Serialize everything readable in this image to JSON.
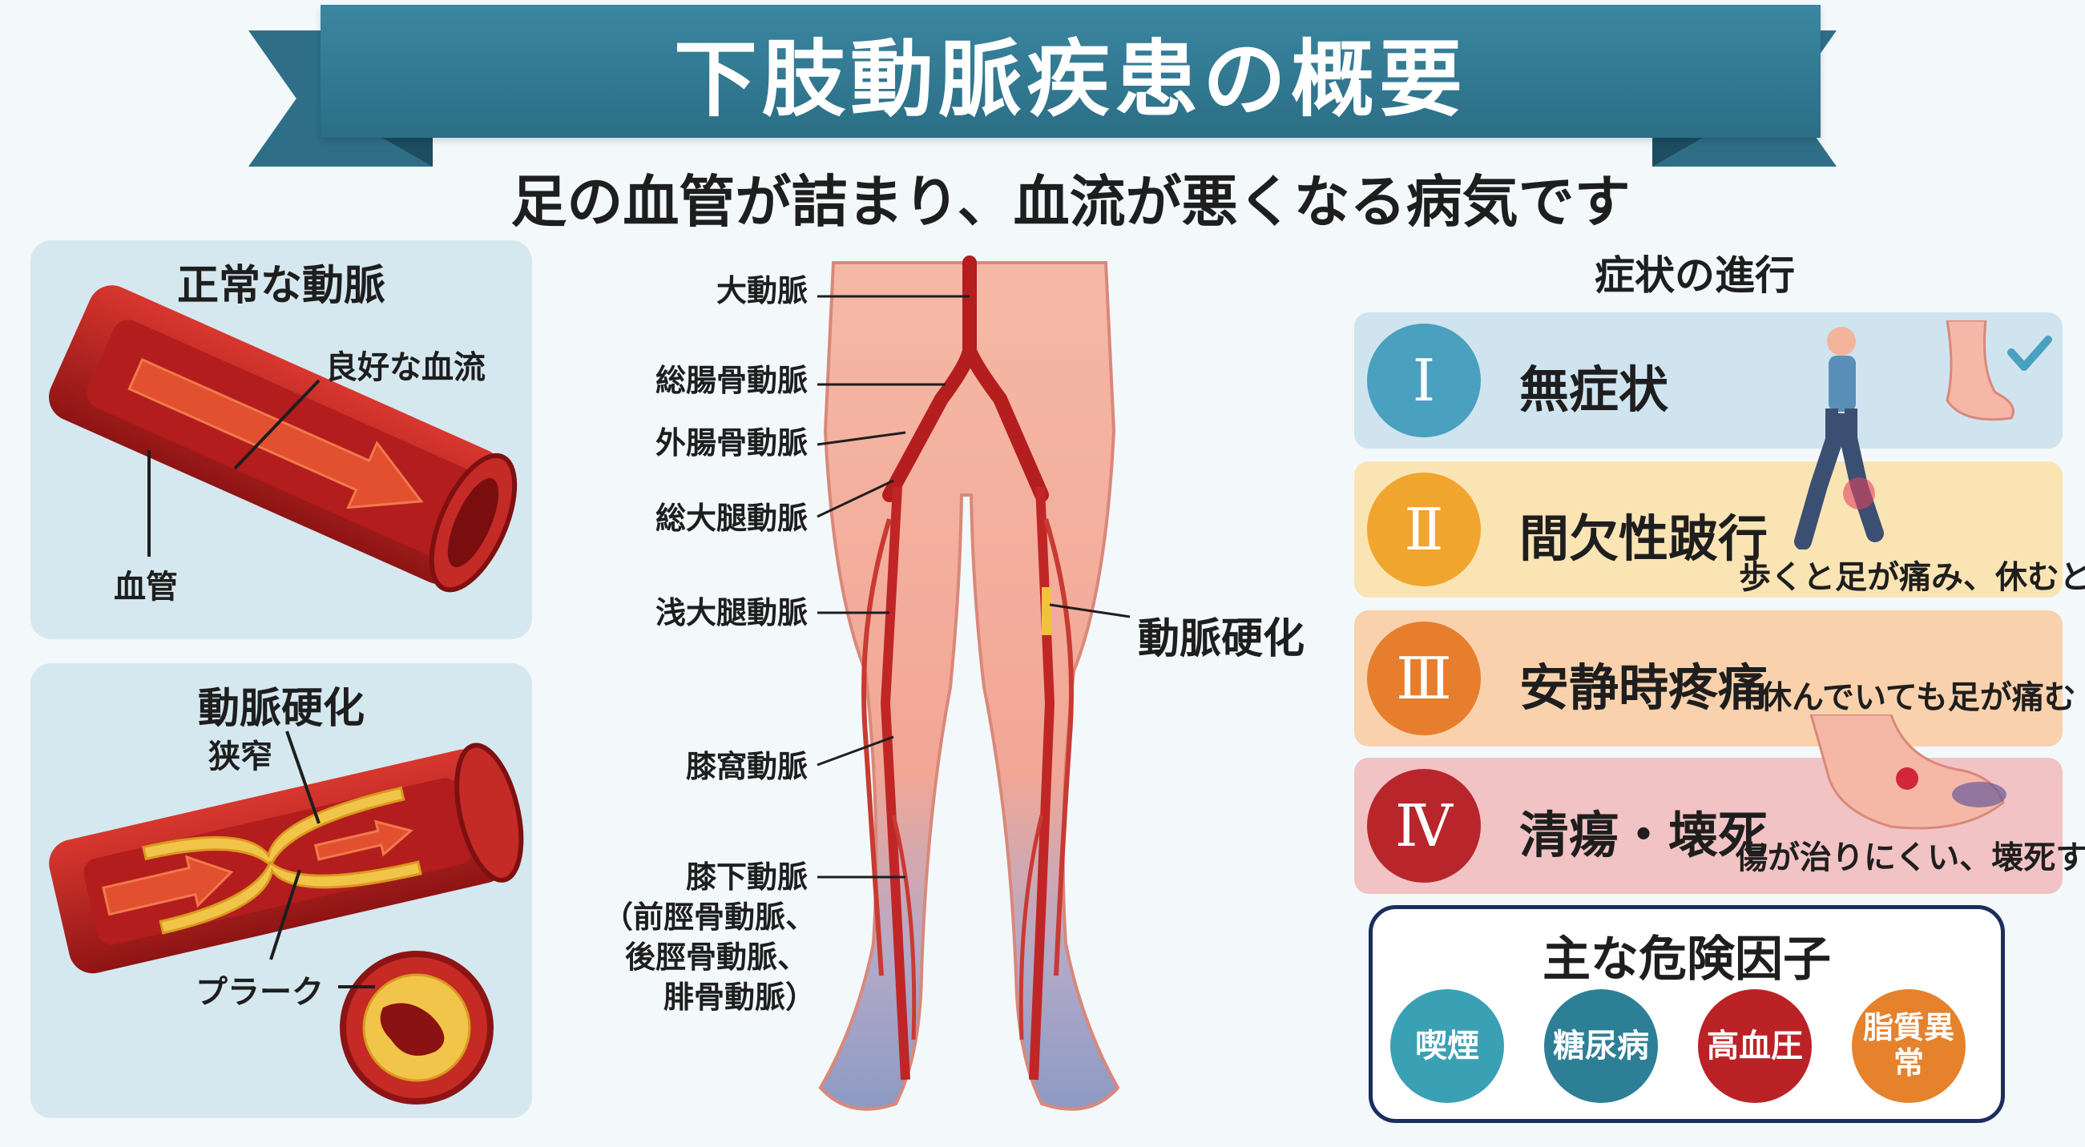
{
  "title": "下肢動脈疾患の概要",
  "subtitle": "足の血管が詰まり、血流が悪くなる病気です",
  "normal_artery": {
    "title": "正常な動脈",
    "flow_label": "良好な血流",
    "vessel_label": "血管"
  },
  "atherosclerosis": {
    "title": "動脈硬化",
    "stenosis_label": "狭窄",
    "plaque_label": "プラーク"
  },
  "arteries": [
    {
      "name": "大動脈"
    },
    {
      "name": "総腸骨動脈"
    },
    {
      "name": "外腸骨動脈"
    },
    {
      "name": "総大腿動脈"
    },
    {
      "name": "浅大腿動脈"
    },
    {
      "name": "膝窩動脈"
    },
    {
      "name": "膝下動脈"
    },
    {
      "name": "（前脛骨動脈、"
    },
    {
      "name": "後脛骨動脈、"
    },
    {
      "name": "腓骨動脈）"
    }
  ],
  "arteriosclerosis_label": "動脈硬化",
  "symptoms": {
    "heading": "症状の進行",
    "stages": [
      {
        "numeral": "Ⅰ",
        "name": "無症状",
        "desc": "",
        "color": "#4aa0bf",
        "bg": "#cfe4ef"
      },
      {
        "numeral": "Ⅱ",
        "name": "間欠性跛行",
        "desc": "歩くと足が痛み、休むと治る",
        "color": "#f0a52e",
        "bg": "#fbe4b4"
      },
      {
        "numeral": "Ⅲ",
        "name": "安静時疼痛",
        "desc": "休んでいても足が痛む",
        "color": "#e77e2e",
        "bg": "#f9d2ad"
      },
      {
        "numeral": "Ⅳ",
        "name": "清瘍・壊死",
        "desc": "傷が治りにくい、壊死する",
        "color": "#b8262c",
        "bg": "#f2c3c4"
      }
    ]
  },
  "risk_factors": {
    "title": "主な危険因子",
    "items": [
      {
        "label": "喫煙",
        "color": "#3aa1b5"
      },
      {
        "label": "糖尿病",
        "color": "#2d7f96"
      },
      {
        "label": "高血圧",
        "color": "#bb2226"
      },
      {
        "label": "脂質異常",
        "color": "#e6812c"
      }
    ]
  }
}
